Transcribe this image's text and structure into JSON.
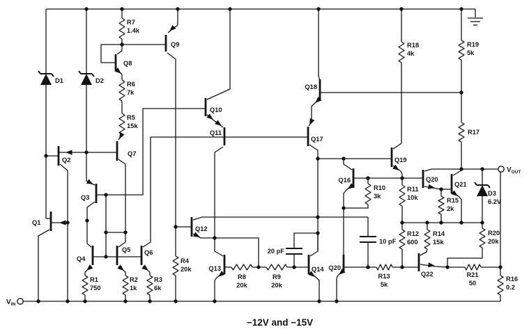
{
  "caption": "−12V and −15V",
  "terminals": {
    "vin": {
      "main": "V",
      "sub": "IN"
    },
    "vout": {
      "main": "V",
      "sub": "OUT"
    }
  },
  "components": {
    "Q1": {
      "label": "Q1"
    },
    "Q2": {
      "label": "Q2"
    },
    "Q3": {
      "label": "Q3"
    },
    "Q4": {
      "label": "Q4"
    },
    "Q5": {
      "label": "Q5"
    },
    "Q6": {
      "label": "Q6"
    },
    "Q7": {
      "label": "Q7"
    },
    "Q8": {
      "label": "Q8"
    },
    "Q9": {
      "label": "Q9"
    },
    "Q10": {
      "label": "Q10"
    },
    "Q11": {
      "label": "Q11"
    },
    "Q12": {
      "label": "Q12"
    },
    "Q13": {
      "label": "Q13"
    },
    "Q14": {
      "label": "Q14"
    },
    "Q16": {
      "label": "Q16"
    },
    "Q17": {
      "label": "Q17"
    },
    "Q18": {
      "label": "Q18"
    },
    "Q19": {
      "label": "Q19"
    },
    "Q20_upper": {
      "label": "Q20"
    },
    "Q20_lower": {
      "label": "Q20"
    },
    "Q21": {
      "label": "Q21"
    },
    "Q22": {
      "label": "Q22"
    },
    "R1": {
      "label": "R1",
      "value": "750"
    },
    "R2": {
      "label": "R2",
      "value": "1k"
    },
    "R3": {
      "label": "R3",
      "value": "6k"
    },
    "R4": {
      "label": "R4",
      "value": "20k"
    },
    "R5": {
      "label": "R5",
      "value": "15k"
    },
    "R6": {
      "label": "R6",
      "value": "7k"
    },
    "R7": {
      "label": "R7",
      "value": "1.4k"
    },
    "R8": {
      "label": "R8",
      "value": "20k"
    },
    "R9": {
      "label": "R9",
      "value": "20k"
    },
    "R10": {
      "label": "R10",
      "value": "3k"
    },
    "R11": {
      "label": "R11",
      "value": "10k"
    },
    "R12": {
      "label": "R12",
      "value": "600"
    },
    "R13": {
      "label": "R13",
      "value": "5k"
    },
    "R14": {
      "label": "R14",
      "value": "15k"
    },
    "R15": {
      "label": "R15",
      "value": "2k"
    },
    "R16": {
      "label": "R16",
      "value": "0.2"
    },
    "R17": {
      "label": "R17"
    },
    "R18": {
      "label": "R18",
      "value": "4k"
    },
    "R19": {
      "label": "R19",
      "value": "5k"
    },
    "R20": {
      "label": "R20",
      "value": "20k"
    },
    "R21": {
      "label": "R21",
      "value": "50"
    },
    "D1": {
      "label": "D1"
    },
    "D2": {
      "label": "D2"
    },
    "D3": {
      "label": "D3",
      "value": "6.2V"
    },
    "C1": {
      "label": "20 pF"
    },
    "C2": {
      "label": "10 pF"
    }
  }
}
